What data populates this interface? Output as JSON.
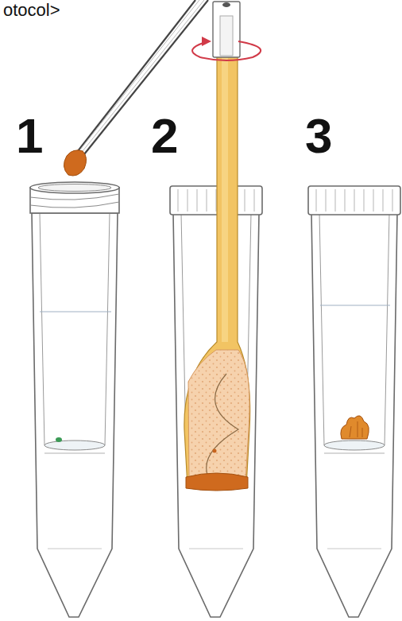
{
  "diagram": {
    "labels": [
      "otocol>",
      "1",
      "2",
      "3"
    ]
  }
}
